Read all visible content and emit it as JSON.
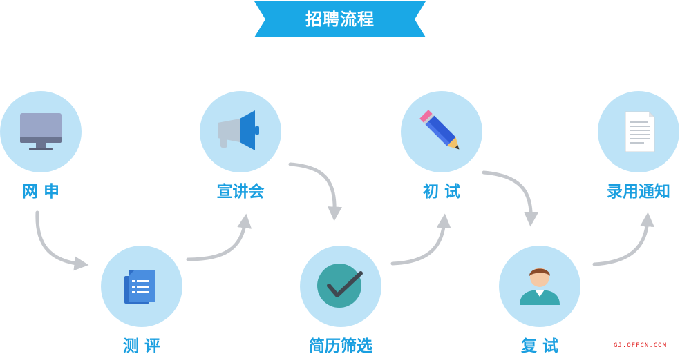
{
  "title": "招聘流程",
  "steps": [
    {
      "id": "online-apply",
      "label": "网 申",
      "icon": "monitor-icon"
    },
    {
      "id": "assessment",
      "label": "测 评",
      "icon": "document-icon"
    },
    {
      "id": "seminar",
      "label": "宣讲会",
      "icon": "megaphone-icon"
    },
    {
      "id": "resume-screening",
      "label": "简历筛选",
      "icon": "checkmark-icon"
    },
    {
      "id": "first-interview",
      "label": "初 试",
      "icon": "pencil-icon"
    },
    {
      "id": "second-interview",
      "label": "复 试",
      "icon": "person-icon"
    },
    {
      "id": "offer-notice",
      "label": "录用通知",
      "icon": "paper-icon"
    }
  ],
  "watermark": "GJ.OFFCN.COM",
  "colors": {
    "banner": "#1aa8e6",
    "circle": "#bde3f7",
    "label": "#1a9fe0",
    "arrow": "#c4c7cc"
  }
}
